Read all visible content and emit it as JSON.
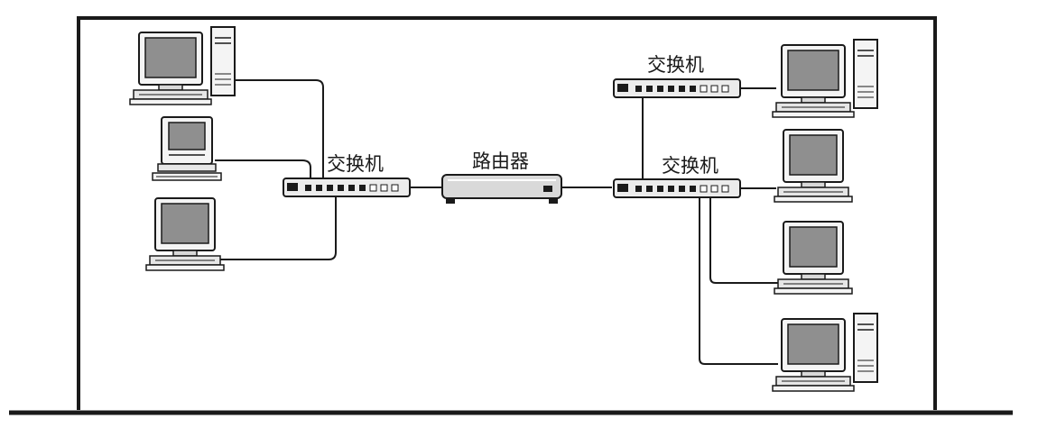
{
  "labels": {
    "switch_left": "交换机",
    "router": "路由器",
    "switch_right_top": "交换机",
    "switch_right_mid": "交换机"
  },
  "icons": {
    "computer_tower": "desktop-computer-with-tower-icon",
    "computer_compact": "compact-desktop-computer-icon",
    "switch": "network-switch-icon",
    "router": "router-icon"
  },
  "colors": {
    "line": "#1a1a1a",
    "screen": "#8f8f8f",
    "device_fill": "#e6e6e6",
    "background": "#ffffff"
  }
}
